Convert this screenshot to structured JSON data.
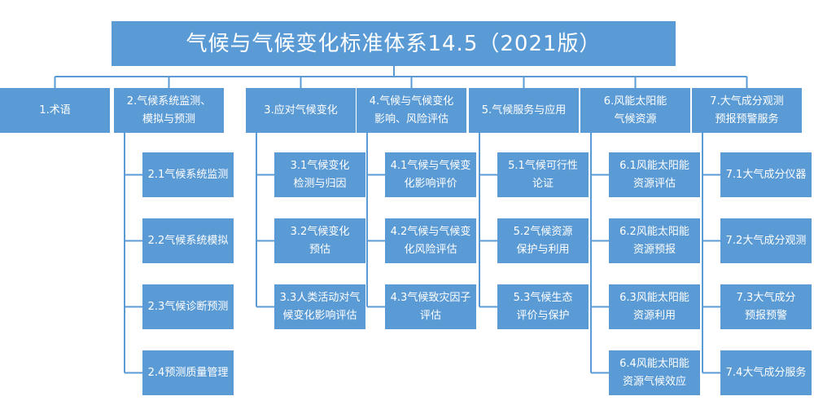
{
  "title": "气候与气候变化标准体系14.5（2021版）",
  "categories": [
    {
      "label": "1.术语",
      "children": []
    },
    {
      "label": "2.气候系统监测、\n模拟与预测",
      "children": [
        "2.1气候系统监测",
        "2.2气候系统模拟",
        "2.3气候诊断预测",
        "2.4预测质量管理"
      ]
    },
    {
      "label": "3.应对气候变化",
      "children": [
        "3.1气候变化\n检测与归因",
        "3.2气候变化\n预估",
        "3.3人类活动对气\n候变化影响评估"
      ]
    },
    {
      "label": "4.气候与气候变化\n影响、风险评估",
      "children": [
        "4.1气候与气候变\n化影响评价",
        "4.2气候与气候变\n化风险评估",
        "4.3气候致灾因子\n评估"
      ]
    },
    {
      "label": "5.气候服务与应用",
      "children": [
        "5.1气候可行性\n论证",
        "5.2气候资源\n保护与利用",
        "5.3气候生态\n评价与保护"
      ]
    },
    {
      "label": "6.风能太阳能\n气候资源",
      "children": [
        "6.1风能太阳能\n资源评估",
        "6.2风能太阳能\n资源预报",
        "6.3风能太阳能\n资源利用",
        "6.4风能太阳能\n资源气候效应"
      ]
    },
    {
      "label": "7.大气成分观测\n预报预警服务",
      "children": [
        "7.1大气成分仪器",
        "7.2大气成分观测",
        "7.3大气成分\n预报预警",
        "7.4大气成分服务"
      ]
    }
  ]
}
